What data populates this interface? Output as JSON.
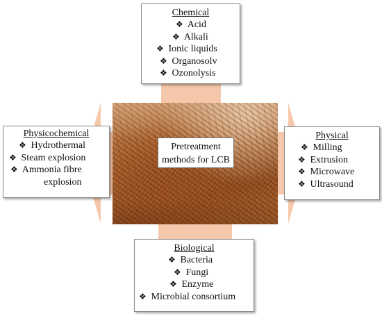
{
  "colors": {
    "arrow_fill": "#f6c8ab",
    "arrow_fill_light": "#fbe3d3",
    "box_border": "#8a8a8a"
  },
  "center": {
    "image": "lignocellulosic-biomass-photo",
    "label_line1": "Pretreatment",
    "label_line2": "methods for LCB"
  },
  "bullet_glyph": "❖",
  "categories": [
    {
      "id": "chemical",
      "title": "Chemical",
      "items": [
        "Acid",
        "Alkali",
        "Ionic liquids",
        "Organosolv",
        "Ozonolysis"
      ]
    },
    {
      "id": "physicochemical",
      "title": "Physicochemical",
      "items": [
        "Hydrothermal",
        "Steam explosion",
        "Ammonia fibre",
        "explosion"
      ]
    },
    {
      "id": "physical",
      "title": "Physical",
      "items": [
        "Milling",
        "Extrusion",
        "Microwave",
        "Ultrasound"
      ]
    },
    {
      "id": "biological",
      "title": "Biological",
      "items": [
        "Bacteria",
        "Fungi",
        "Enzyme",
        "Microbial consortium"
      ]
    }
  ]
}
